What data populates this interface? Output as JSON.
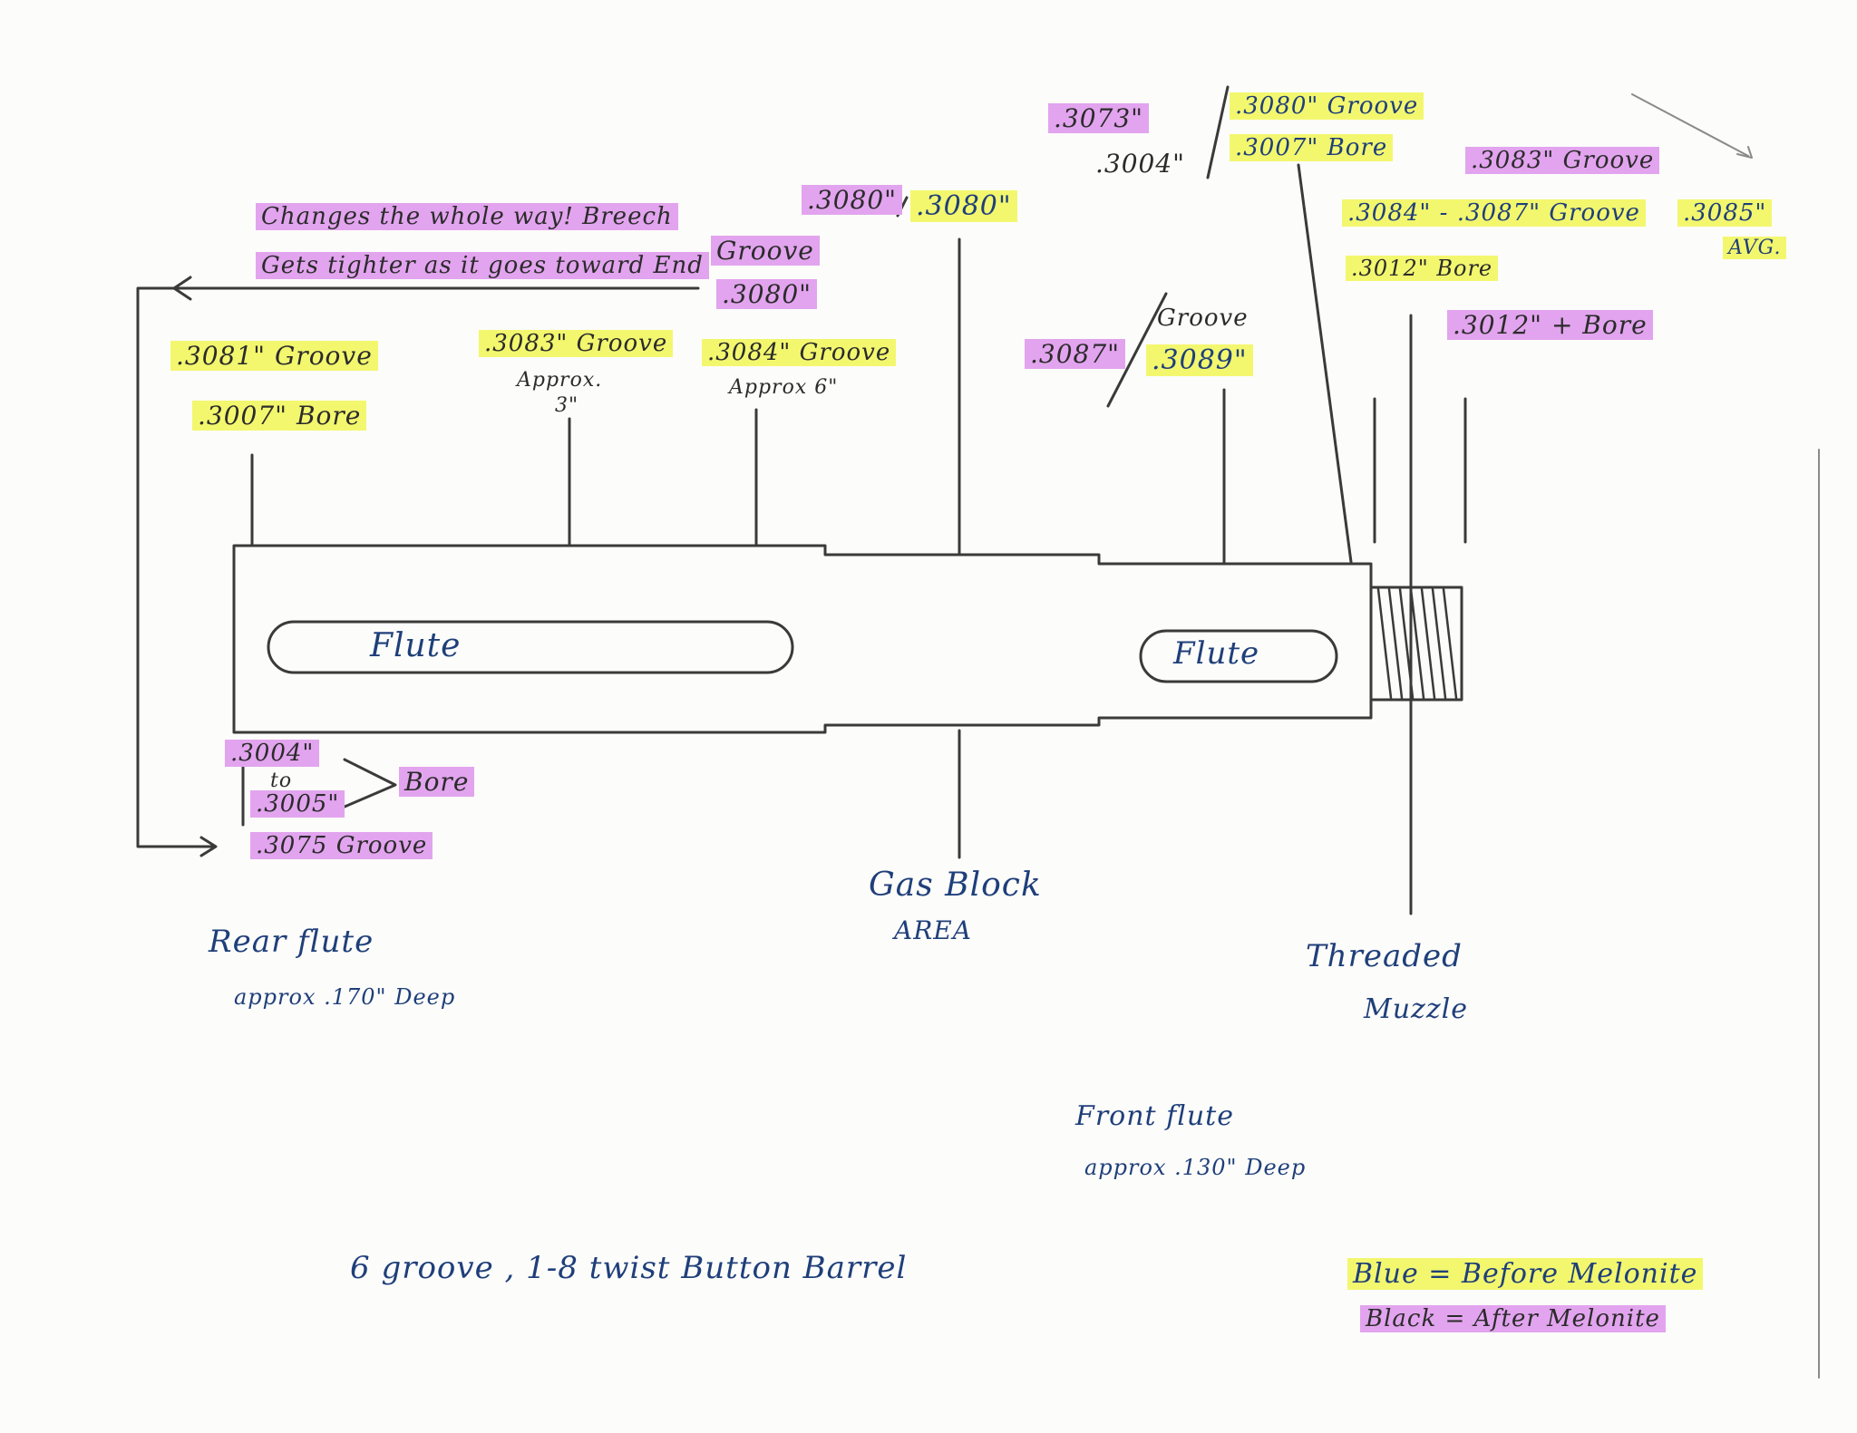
{
  "notes": {
    "breech_line1": "Changes the whole way! Breech",
    "breech_line2": "Gets tighter as it goes toward End",
    "breech_groove": "Groove",
    "breech_value": ".3080\"",
    "gas_top_left": ".3080\"",
    "gas_top_right": ".3080\"",
    "top_3073": ".3073\"",
    "top_3004": ".3004\"",
    "top_3080_groove": ".3080\" Groove",
    "top_3007_bore": ".3007\" Bore",
    "right_3083_groove": ".3083\" Groove",
    "right_range": ".3084\" - .3087\" Groove",
    "right_avg_value": ".3085\"",
    "right_avg_label": "AVG.",
    "right_3012_bore": ".3012\" Bore",
    "right_3012_plus": ".3012\" + Bore",
    "rear_3081_groove": ".3081\" Groove",
    "rear_3007_bore": ".3007\" Bore",
    "approx3_groove": ".3083\" Groove",
    "approx3_label": "Approx.",
    "approx3_value": "3\"",
    "approx6_groove": ".3084\" Groove",
    "approx6_label": "Approx 6\"",
    "front_3087": ".3087\"",
    "front_groove": "Groove",
    "front_3089": ".3089\"",
    "bore_3004": ".3004\"",
    "bore_to": "to",
    "bore_3005": ".3005\"",
    "bore_label": "Bore",
    "groove_3075": ".3075 Groove",
    "flute_rear": "Flute",
    "flute_front": "Flute",
    "gas_block_line1": "Gas Block",
    "gas_block_line2": "AREA",
    "threaded_line1": "Threaded",
    "threaded_line2": "Muzzle",
    "rear_flute_title": "Rear flute",
    "rear_flute_depth": "approx .170\" Deep",
    "front_flute_title": "Front flute",
    "front_flute_depth": "approx .130\" Deep",
    "barrel_spec": "6 groove , 1-8 twist Button Barrel",
    "legend_blue": "Blue = Before Melonite",
    "legend_black": "Black = After Melonite"
  },
  "colors": {
    "highlight_yellow": "#f3f76e",
    "highlight_pink": "#e2a4ee",
    "ink_black": "#2b2b2b",
    "ink_blue": "#1f3f7a"
  }
}
